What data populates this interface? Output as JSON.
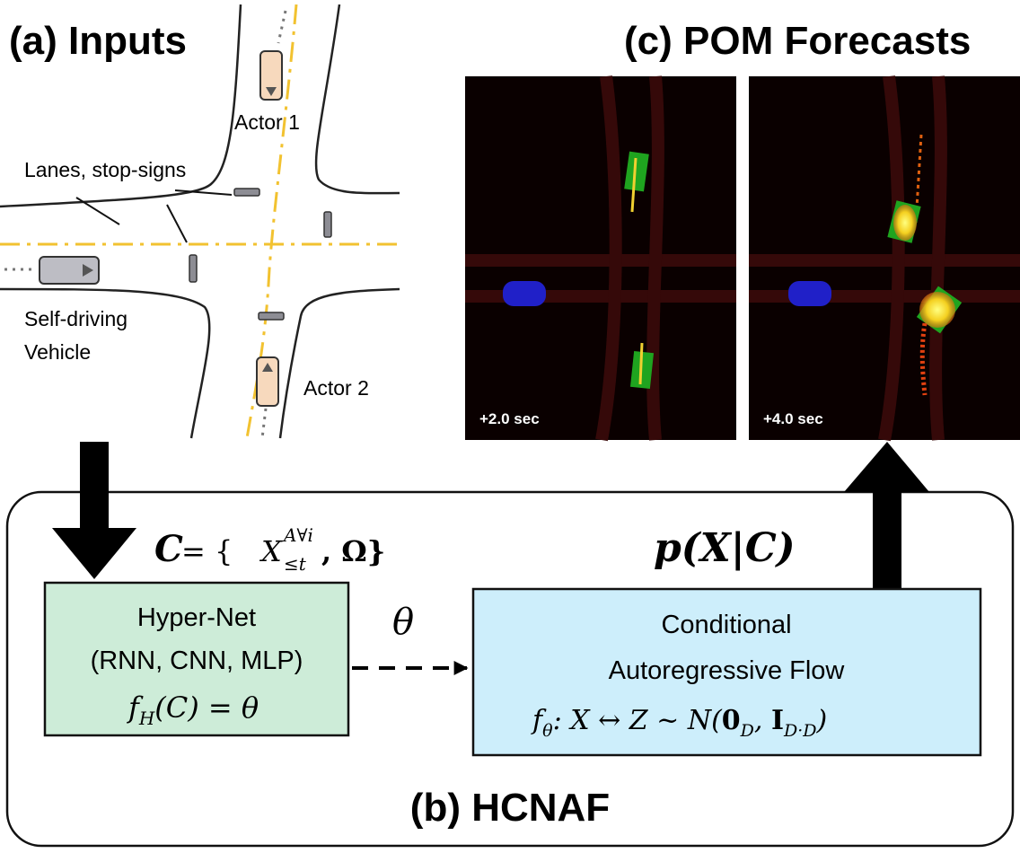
{
  "panels": {
    "inputs_title": "(a) Inputs",
    "forecast_title": "(c) POM Forecasts",
    "hcnaf_title": "(b) HCNAF"
  },
  "scene_labels": {
    "actor1": "Actor 1",
    "actor2": "Actor 2",
    "lanes": "Lanes, stop-signs",
    "sdv_line1": "Self-driving",
    "sdv_line2": "Vehicle"
  },
  "forecast_frames": [
    {
      "time_label": "+2.0 sec"
    },
    {
      "time_label": "+4.0 sec"
    }
  ],
  "math": {
    "context_lhs": "C",
    "context_eq": " = {",
    "context_x": "X",
    "context_sup": "A∀i",
    "context_sub": "≤t",
    "context_omega": ", Ω}",
    "output": "p(X|C)",
    "theta": "θ"
  },
  "hypernet": {
    "line1": "Hyper-Net",
    "line2": "(RNN, CNN, MLP)",
    "fn": "f",
    "fn_sub": "H",
    "fn_rest": "(C) = θ"
  },
  "flow": {
    "line1": "Conditional",
    "line2": "Autoregressive Flow",
    "fn": "f",
    "fn_sub": "θ",
    "fn_rest": ": X ↔ Z ~ N(",
    "zero": "0",
    "zero_sub": "D",
    "comma": ", ",
    "ident": "I",
    "ident_sub": "D·D",
    "close": ")"
  },
  "colors": {
    "hypernet_fill": "#cdecd8",
    "flow_fill": "#cdeefb",
    "lane_yellow": "#f2c230",
    "actor_fill": "#f7d9bd",
    "sdv_fill": "#bdbdc4"
  }
}
